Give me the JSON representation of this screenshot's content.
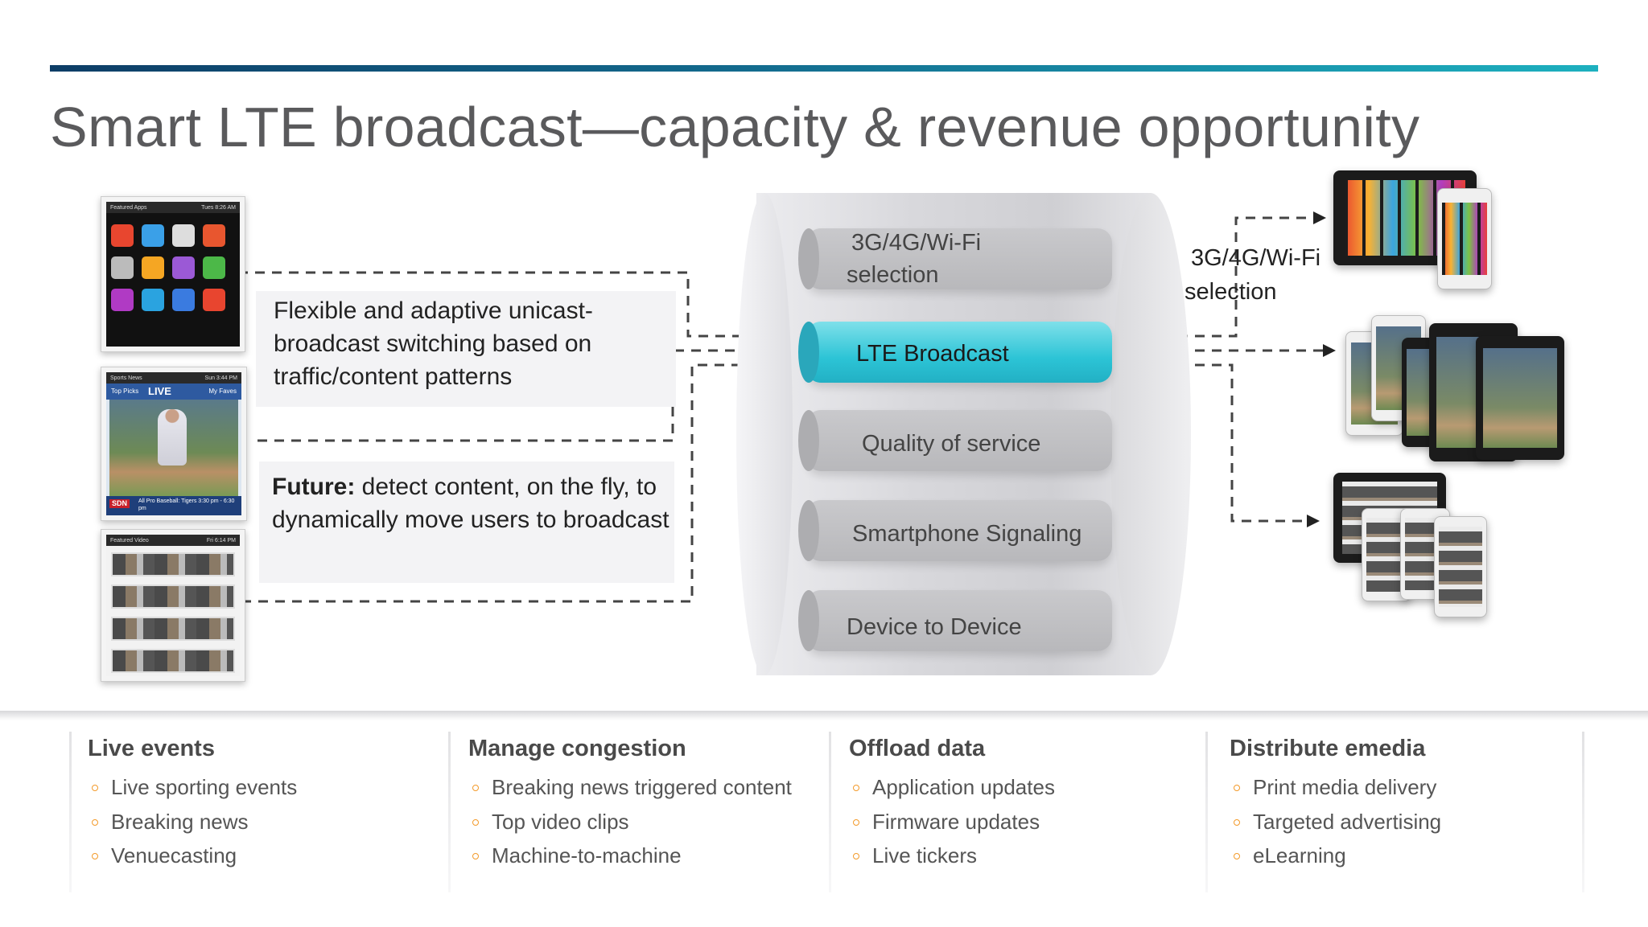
{
  "slide": {
    "title": "Smart LTE broadcast—capacity & revenue opportunity"
  },
  "phones": [
    {
      "header_left": "Featured Apps",
      "header_right": "Tues 8:26 AM",
      "screen": "app grid"
    },
    {
      "header_left": "Sports News",
      "header_right": "Sun 3:44 PM",
      "tab_left": "Top Picks",
      "tab_center": "LIVE",
      "tab_right": "My Faves",
      "footer": "All Pro Baseball: Tigers 3:30 pm - 6:30 pm"
    },
    {
      "header_left": "Featured Video",
      "header_right": "Fri 6:14 PM",
      "screen": "video list"
    }
  ],
  "callouts": {
    "switching": "Flexible and adaptive unicast-broadcast switching based on traffic/content patterns",
    "future_label": "Future:",
    "future_text": " detect content, on the fly, to dynamically move users to broadcast"
  },
  "cylinder": {
    "layers": [
      {
        "label_line1": "3G/4G/Wi-Fi",
        "label_line2": "selection",
        "highlighted": false
      },
      {
        "label_line1": "LTE Broadcast",
        "highlighted": true,
        "color": "#2cc4d6"
      },
      {
        "label_line1": "Quality of service",
        "highlighted": false
      },
      {
        "label_line1": "Smartphone Signaling",
        "highlighted": false
      },
      {
        "label_line1": "Device to Device",
        "highlighted": false
      }
    ]
  },
  "side_label": {
    "line1": "3G/4G/Wi-Fi",
    "line2": "selection"
  },
  "device_groups": [
    "app-grid devices",
    "baseball video devices",
    "video list devices"
  ],
  "columns": [
    {
      "heading": "Live events",
      "items": [
        "Live sporting events",
        "Breaking news",
        "Venuecasting"
      ]
    },
    {
      "heading": "Manage congestion",
      "items": [
        "Breaking news triggered content",
        "Top video clips",
        "Machine-to-machine"
      ]
    },
    {
      "heading": "Offload data",
      "items": [
        "Application updates",
        "Firmware updates",
        "Live tickers"
      ]
    },
    {
      "heading": "Distribute emedia",
      "items": [
        "Print media delivery",
        "Targeted advertising",
        "eLearning"
      ]
    }
  ],
  "colors": {
    "accent_bar_start": "#0d3d66",
    "accent_bar_end": "#1db0bf",
    "bullet": "#f39a2a",
    "lte_highlight": "#2cc4d6"
  }
}
